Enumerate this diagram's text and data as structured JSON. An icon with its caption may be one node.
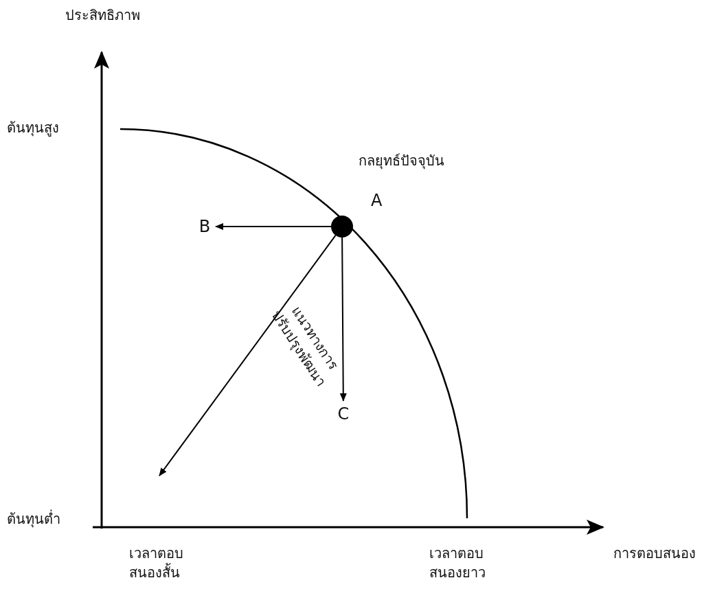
{
  "diagram": {
    "nodes": [
      {
        "text": [],
        "shape": "circle",
        "beside": [
          "กลยุทธ์ปัจจุบัน",
          "A"
        ]
      },
      {
        "text": [
          "B"
        ]
      },
      {
        "text": [
          "C"
        ]
      }
    ],
    "edges": [
      {
        "from": 0,
        "to": 1,
        "arrow": "to"
      },
      {
        "from": 0,
        "to": 2,
        "arrow": "to"
      },
      {
        "from": 0,
        "to": null,
        "arrow": "to",
        "label": "แนวทางการ ปรับปรุงพัฒนา"
      }
    ],
    "labels": [
      "ประสิทธิภาพ",
      "ต้นทุนสูง",
      "ต้นทุนต่ำ",
      "การตอบสนอง",
      "เวลาตอบ สนองสั้น",
      "เวลาตอบ สนองยาว"
    ]
  }
}
